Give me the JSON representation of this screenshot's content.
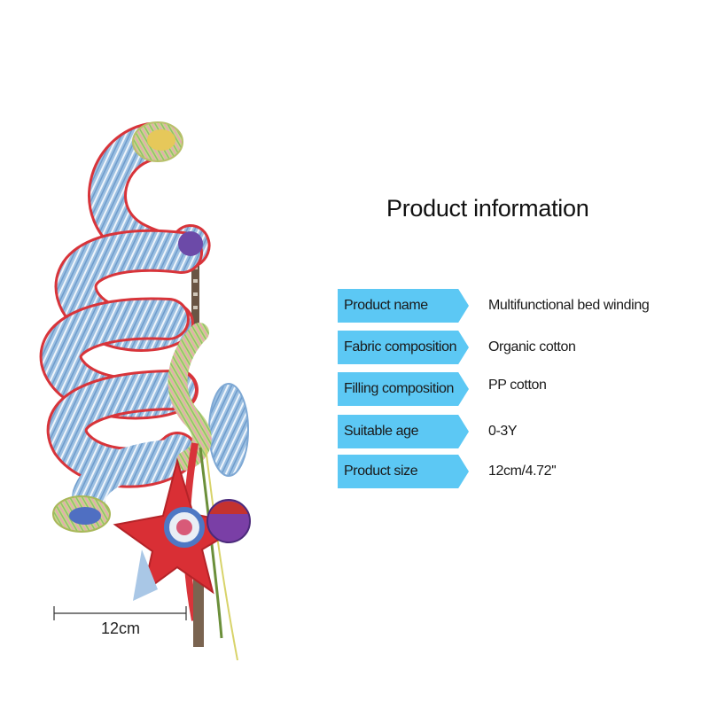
{
  "title": "Product information",
  "specs": [
    {
      "label": "Product name",
      "value": "Multifunctional bed winding"
    },
    {
      "label": "Fabric composition",
      "value": "Organic cotton"
    },
    {
      "label": "Filling composition",
      "value": "PP cotton"
    },
    {
      "label": "Suitable age",
      "value": "0-3Y"
    },
    {
      "label": "Product size",
      "value": "12cm/4.72''"
    }
  ],
  "dimension": {
    "label": "12cm"
  },
  "colors": {
    "label_bg": "#5cc8f4",
    "coil_blue": "#8fb7dc",
    "coil_red": "#d8343a",
    "star_red": "#d92f35"
  },
  "icons": [
    "spiral-plush-toy",
    "red-star-plush",
    "measurement-line"
  ]
}
